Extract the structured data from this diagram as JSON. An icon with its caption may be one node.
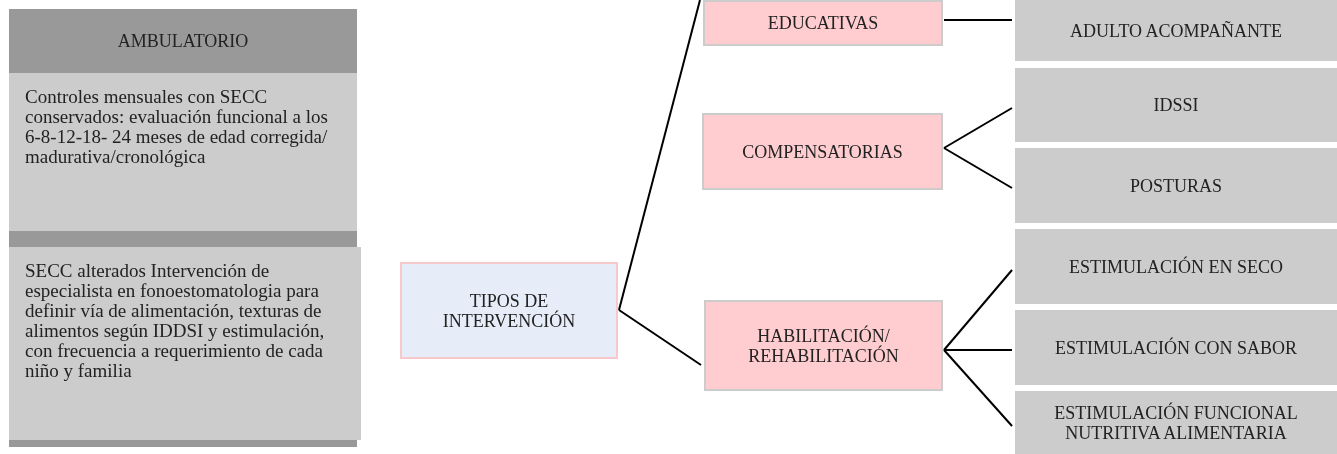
{
  "diagram": {
    "nodes": [
      {
        "text": [
          "AMBULATORIO"
        ]
      },
      {
        "text": [
          "Controles mensuales con SECC conservados: evaluación funcional a los 6-8-12-18- 24 meses de edad corregida/ madurativa/cronológica"
        ],
        "in": 0
      },
      {
        "text": [
          "SECC alterados Intervención de especialista en fonoestomatologia para definir vía de alimentación, texturas de alimentos según IDDSI y estimulación, con frecuencia a requerimiento de cada niño y familia"
        ],
        "in": 0
      },
      {
        "text": [
          "TIPOS DE INTERVENCIÓN"
        ]
      },
      {
        "text": [
          "EDUCATIVAS"
        ]
      },
      {
        "text": [
          "COMPENSATORIAS"
        ]
      },
      {
        "text": [
          "HABILITACIÓN/ REHABILITACIÓN"
        ]
      },
      {
        "text": [
          "ADULTO ACOMPAÑANTE"
        ]
      },
      {
        "text": [
          "IDSSI"
        ]
      },
      {
        "text": [
          "POSTURAS"
        ]
      },
      {
        "text": [
          "ESTIMULACIÓN EN SECO"
        ]
      },
      {
        "text": [
          "ESTIMULACIÓN CON SABOR"
        ]
      },
      {
        "text": [
          "ESTIMULACIÓN FUNCIONAL NUTRITIVA ALIMENTARIA"
        ]
      }
    ],
    "edges": [
      {
        "from": 3,
        "to": 4,
        "arrow": "none"
      },
      {
        "from": 3,
        "to": 6,
        "arrow": "none"
      },
      {
        "from": 4,
        "to": 7,
        "arrow": "none"
      },
      {
        "from": 5,
        "to": 8,
        "arrow": "none"
      },
      {
        "from": 5,
        "to": 9,
        "arrow": "none"
      },
      {
        "from": 6,
        "to": 10,
        "arrow": "none"
      },
      {
        "from": 6,
        "to": 11,
        "arrow": "none"
      },
      {
        "from": 6,
        "to": 12,
        "arrow": "none"
      }
    ]
  }
}
